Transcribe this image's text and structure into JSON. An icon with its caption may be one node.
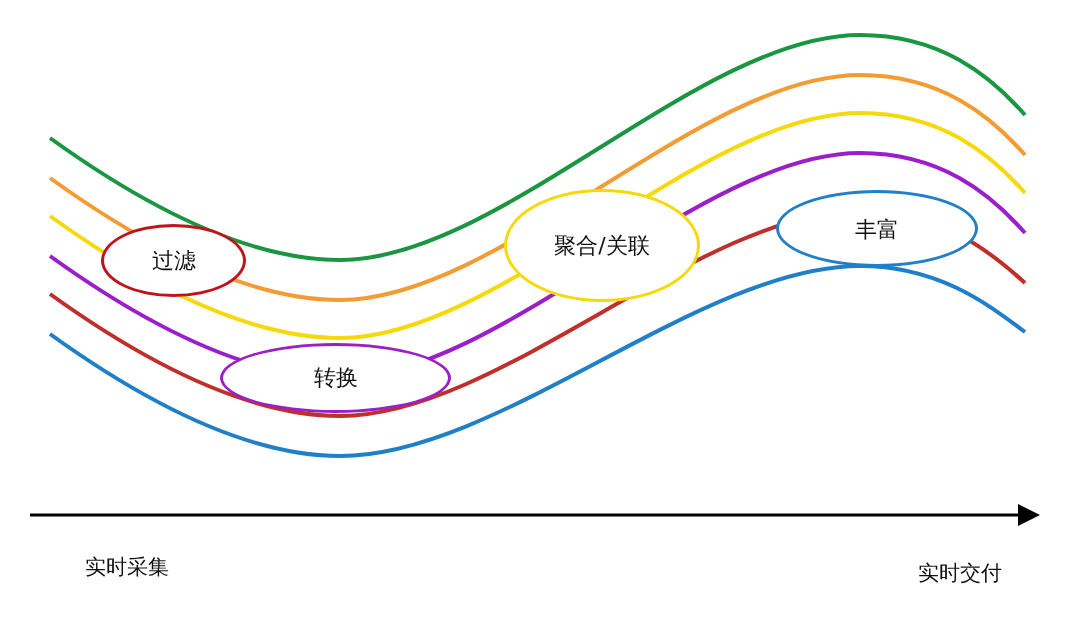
{
  "diagram": {
    "nodes": [
      {
        "text": [
          "过滤"
        ]
      },
      {
        "text": [
          "转换"
        ]
      },
      {
        "text": [
          "聚合/关联"
        ]
      },
      {
        "text": [
          "丰富"
        ]
      }
    ],
    "labels": [
      "实时采集",
      "实时交付"
    ]
  }
}
